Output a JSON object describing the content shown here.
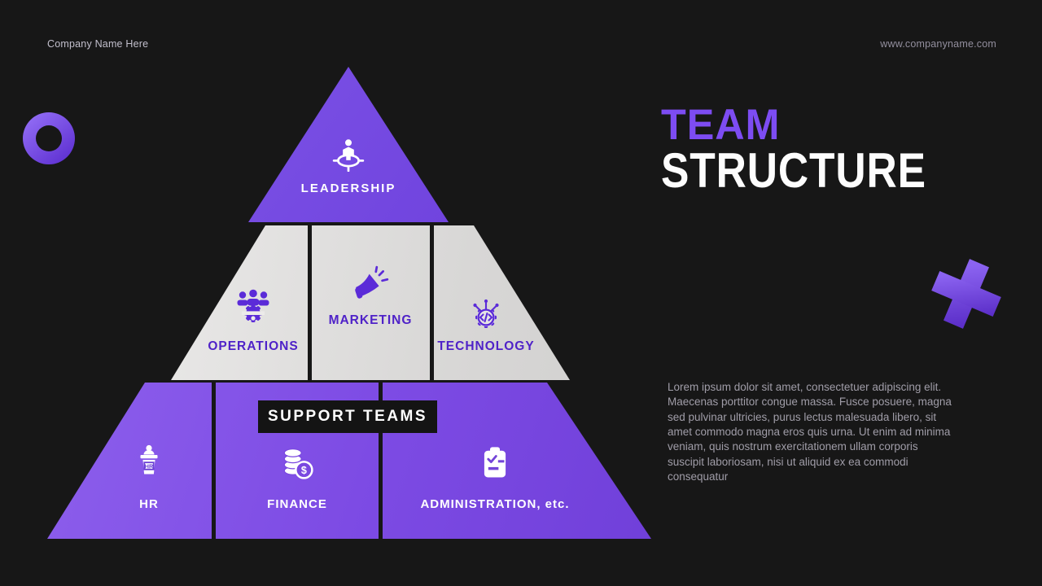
{
  "header": {
    "company_name": "Company Name Here",
    "website": "www.companyname.com"
  },
  "title": {
    "line1": "TEAM",
    "line2": "STRUCTURE"
  },
  "description": "Lorem ipsum dolor sit amet, consectetuer adipiscing elit. Maecenas porttitor congue massa. Fusce posuere, magna sed pulvinar ultricies, purus lectus malesuada libero, sit amet commodo magna eros quis urna. Ut enim ad minima veniam, quis nostrum exercitationem ullam corporis suscipit laboriosam, nisi ut aliquid ex ea commodi consequatur",
  "pyramid": {
    "top": {
      "label": "LEADERSHIP",
      "icon": "leader-target-icon"
    },
    "middle": [
      {
        "label": "OPERATIONS",
        "icon": "team-gear-icon"
      },
      {
        "label": "MARKETING",
        "icon": "megaphone-icon"
      },
      {
        "label": "TECHNOLOGY",
        "icon": "code-gear-icon"
      }
    ],
    "banner": "SUPPORT TEAMS",
    "bottom": [
      {
        "label": "HR",
        "icon": "podium-icon",
        "icon_text": "HR"
      },
      {
        "label": "FINANCE",
        "icon": "coins-dollar-icon",
        "icon_text": "$"
      },
      {
        "label": "ADMINISTRATION, etc.",
        "icon": "clipboard-check-icon"
      }
    ]
  },
  "decorations": {
    "left": "ring-shape",
    "right": "plus-shape"
  },
  "colors": {
    "background": "#171717",
    "accent_purple": "#7d4cf2",
    "tier_top_purple": "#6a39dc",
    "tier_middle_gray": "#d9d8d7",
    "tier_bottom_purple": "#7d4be4",
    "banner_bg": "#141414",
    "mid_icon_purple": "#5b2bd8",
    "description_gray": "#a09da8"
  }
}
